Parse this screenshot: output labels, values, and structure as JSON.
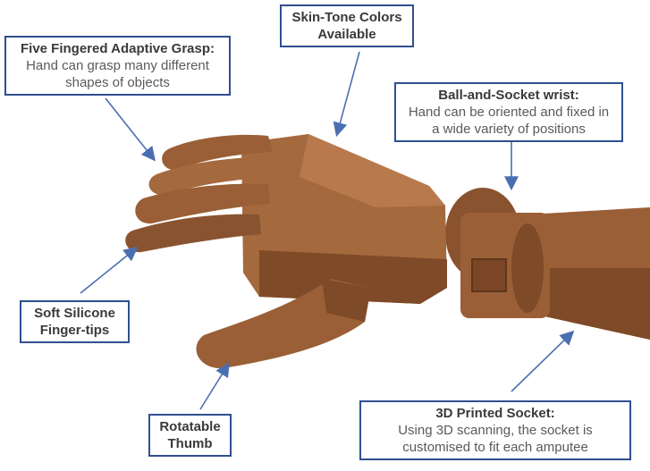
{
  "colors": {
    "frame": "#2f4f8f",
    "arrow": "#4a6fb0",
    "hand": "#9a5f36",
    "hand_dark": "#6f4122",
    "hand_light": "#b87a4c"
  },
  "callouts": [
    {
      "id": "grasp",
      "title": "Five Fingered Adaptive Grasp:",
      "desc": "Hand can grasp many different shapes of objects"
    },
    {
      "id": "skin",
      "title": "Skin-Tone Colors Available",
      "desc": ""
    },
    {
      "id": "wrist",
      "title": "Ball-and-Socket wrist:",
      "desc": "Hand can be oriented and fixed in a wide variety of positions"
    },
    {
      "id": "silicone",
      "title": "Soft Silicone Finger-tips",
      "desc": ""
    },
    {
      "id": "thumb",
      "title": "Rotatable Thumb",
      "desc": ""
    },
    {
      "id": "socket",
      "title": "3D Printed Socket:",
      "desc": "Using 3D scanning, the socket is customised to fit each amputee"
    }
  ]
}
